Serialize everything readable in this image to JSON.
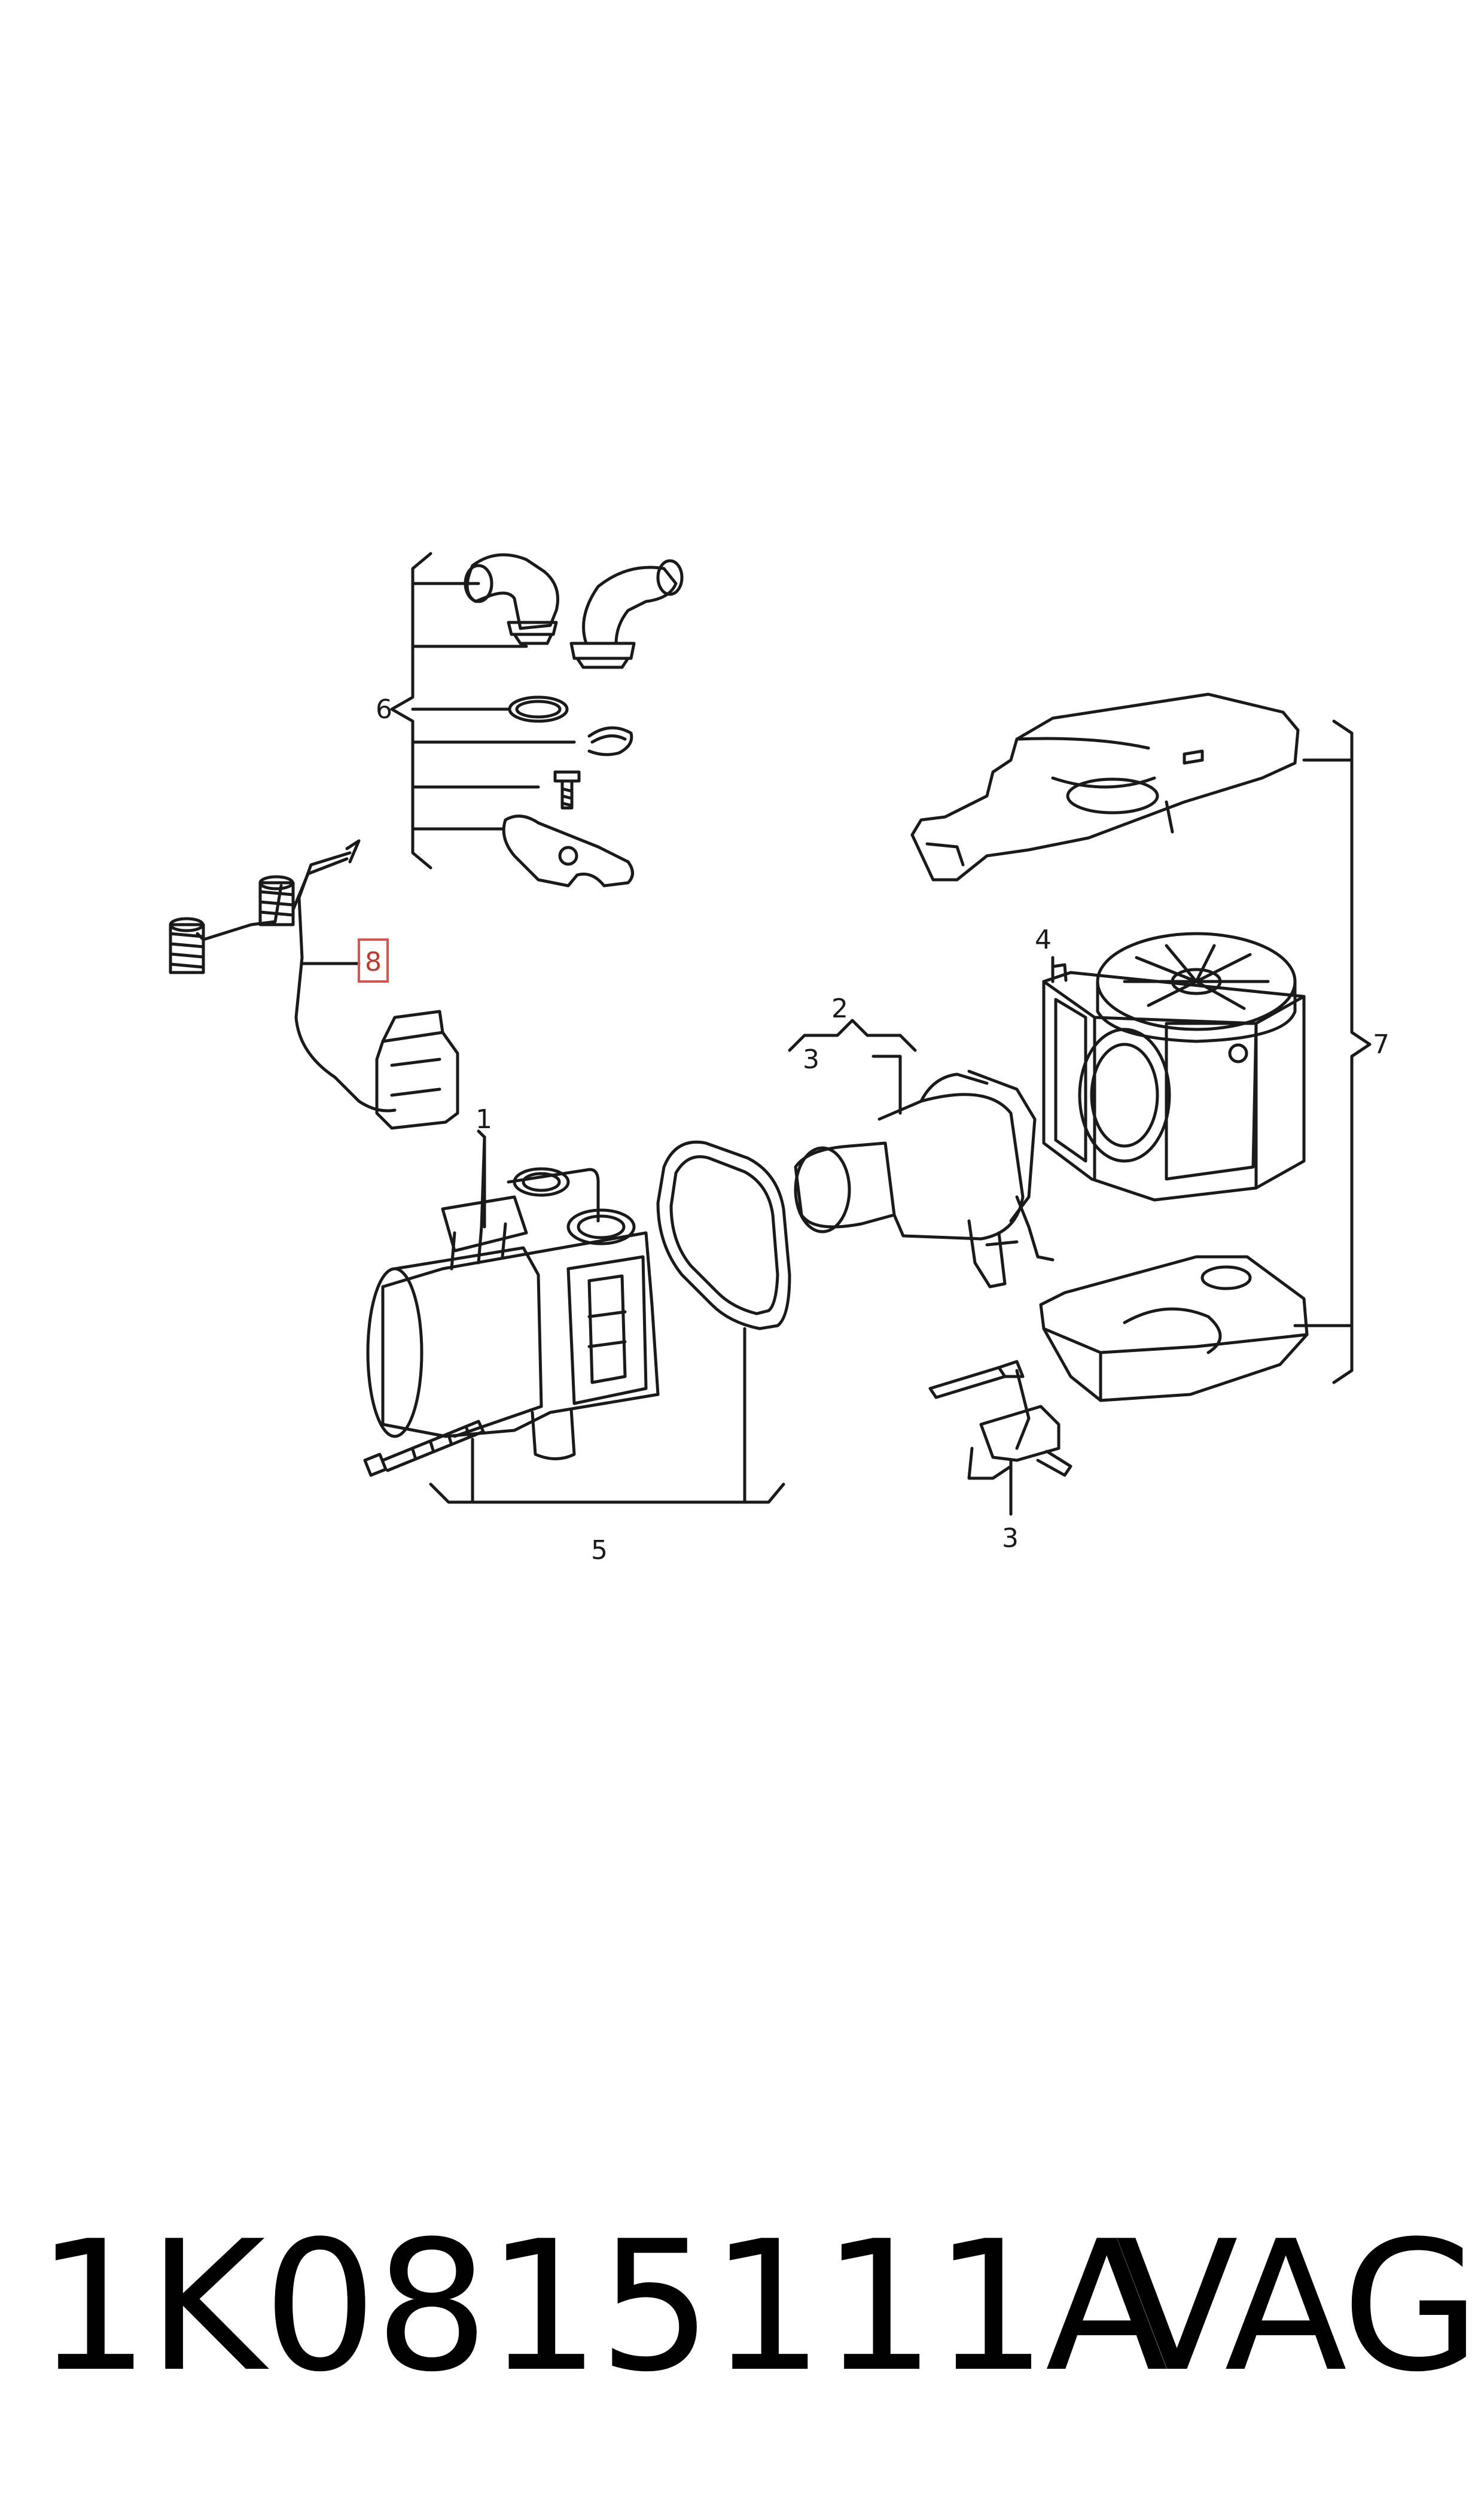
{
  "diagram": {
    "callouts": {
      "c1": "1",
      "c2": "2",
      "c3a": "3",
      "c3b": "3",
      "c4": "4",
      "c5": "5",
      "c6": "6",
      "c7": "7",
      "c8": "8"
    },
    "highlight_color": "#d9534f"
  },
  "footer": {
    "part_number": "1K0815111A",
    "brand": "VAG"
  }
}
